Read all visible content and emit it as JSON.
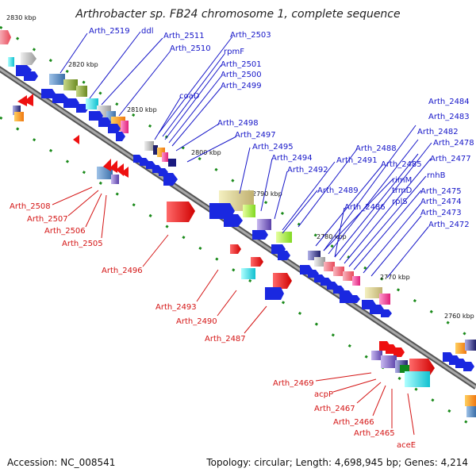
{
  "title": "Arthrobacter sp. FB24 chromosome 1, complete sequence",
  "footer": {
    "accession": "Accession: NC_008541",
    "topology": "Topology: circular; Length: 4,698,945 bp; Genes: 4,214"
  },
  "ticks": [
    "2830 kbp",
    "2820 kbp",
    "2810 kbp",
    "2800 kbp",
    "2790 kbp",
    "2780 kbp",
    "2770 kbp",
    "2760 kbp"
  ],
  "upper_labels": [
    "Arth_2519",
    "ddl",
    "Arth_2511",
    "Arth_2510",
    "Arth_2503",
    "rpmF",
    "Arth_2501",
    "Arth_2500",
    "Arth_2499",
    "coaD",
    "Arth_2498",
    "Arth_2497",
    "Arth_2495",
    "Arth_2494",
    "Arth_2492",
    "Arth_2491",
    "Arth_2488",
    "Arth_2489",
    "Arth_2486",
    "Arth_2485",
    "rimM",
    "trmD",
    "rplS",
    "Arth_2484",
    "Arth_2483",
    "Arth_2482",
    "Arth_2478",
    "Arth_2477",
    "rnhB",
    "Arth_2475",
    "Arth_2474",
    "Arth_2473",
    "Arth_2472"
  ],
  "lower_labels": [
    "Arth_2508",
    "Arth_2507",
    "Arth_2506",
    "Arth_2505",
    "Arth_2496",
    "Arth_2493",
    "Arth_2490",
    "Arth_2487",
    "Arth_2469",
    "acpP",
    "Arth_2467",
    "Arth_2466",
    "Arth_2465",
    "aceE"
  ],
  "colors": {
    "label_blue": "#1515c8",
    "label_red": "#d41414",
    "backbone": "#777777",
    "arrow_blue": "#0a14e6",
    "arrow_red": "#e60a0a"
  }
}
